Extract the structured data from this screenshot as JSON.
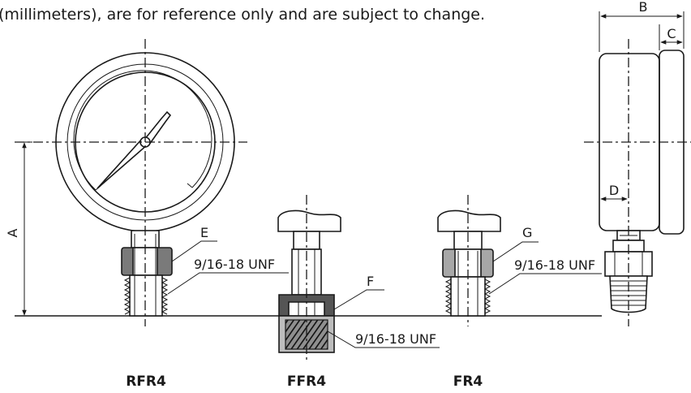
{
  "caption": "(millimeters), are for reference only and are subject to change.",
  "dimension_labels": {
    "A": "A",
    "B": "B",
    "C": "C",
    "D": "D",
    "E": "E",
    "F": "F",
    "G": "G"
  },
  "thread_callouts": {
    "rfr4": "9/16-18 UNF",
    "ffr4": "9/16-18 UNF",
    "fr4": "9/16-18 UNF"
  },
  "models": {
    "rfr4": "RFR4",
    "ffr4": "FFR4",
    "fr4": "FR4"
  }
}
